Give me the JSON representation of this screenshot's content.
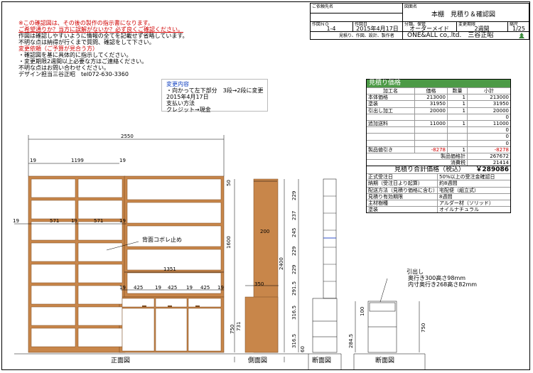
{
  "notes": {
    "line1": "※この確認図は、その後の製作の指示書になります。",
    "line2": "ご希望通りか？当方に誤解がないか？必ず良くご確認ください。",
    "line3": "作図は確認しやすいように情報の全てを記載せず省略しています。",
    "line4": "不明な点は納得が行くまで質問、確認をして下さい。",
    "line5": "変更依頼（ご予算が見合う方）",
    "line6": "・確認図を基に具体的に指示してください。",
    "line7": "・変更期限2週間以上必要な方はご連絡ください。",
    "line8": "不明な点はお問い合わせください。",
    "line9": "デザイン担当三谷正昭　tel072-630-3360"
  },
  "title_block": {
    "customer_label": "ご依頼先名",
    "drawing_label": "図面名",
    "drawing_name": "本棚　見積り＆確認図",
    "drawing_no_label": "作図ＮＯ",
    "drawing_no": "1-4",
    "date_label": "作図日",
    "date": "2015年4月17日",
    "category_label": "分類、保管",
    "category": "オーダーメイド",
    "deadline_label": "変更期限",
    "deadline": "2週間",
    "scale_label": "縮尺",
    "scale": "1/25",
    "maker_label": "見積り、作図、設計、製作者",
    "maker": "ONE&ALL co,.ltd.　三谷正昭"
  },
  "changes": {
    "title": "変更内容",
    "line1": "・向かって左下部分　3段→2段に変更",
    "line2": "2015年4月17日",
    "line3": "支払い方法",
    "line4": "クレジット→現金"
  },
  "estimate": {
    "title": "見積り価格",
    "headers": [
      "加工名",
      "価格",
      "数量",
      "小計"
    ],
    "rows": [
      [
        "本体価格",
        "213000",
        "1",
        "213000"
      ],
      [
        "塗装",
        "31950",
        "1",
        "31950"
      ],
      [
        "引出し加工",
        "20000",
        "1",
        "20000"
      ],
      [
        "",
        "",
        "",
        "0"
      ],
      [
        "追加送料",
        "11000",
        "1",
        "11000"
      ],
      [
        "",
        "",
        "",
        "0"
      ],
      [
        "",
        "",
        "",
        "0"
      ],
      [
        "",
        "",
        "",
        "0"
      ],
      [
        "製品値引き",
        "-8278",
        "1",
        "-8278"
      ]
    ],
    "subtotal_label": "製品価格計",
    "subtotal": "267672",
    "tax_label": "消費税",
    "tax": "21414",
    "total_label": "見積り合計価格（税込）",
    "total": "￥289086",
    "info": [
      [
        "正式受注日",
        "50%以上の受注金確認日"
      ],
      [
        "納期（受注日より起算）",
        "約8週間"
      ],
      [
        "配送方法（見積り価格に含む）",
        "宅配便（組立式）"
      ],
      [
        "見積り有効期限",
        "8週間"
      ],
      [
        "主材樹種",
        "アルダー材（ソリッド）"
      ],
      [
        "塗装",
        "オイルナチュラル"
      ]
    ]
  },
  "drawing": {
    "front_label": "正面図",
    "side_label": "側面図",
    "section_label": "断面図",
    "section2_label": "断面図",
    "note_backstop": "背面コボレ止め",
    "drawer_note1": "引出し",
    "drawer_note2": "奥行き300高さ98mm",
    "drawer_note3": "内寸奥行き268高さ82mm",
    "dims": {
      "total_width": "2550",
      "upper_width": "1199",
      "d19": "19",
      "d571": "571",
      "d1351": "1351",
      "d425": "425",
      "d50": "50",
      "d1600": "1600",
      "d2400": "2400",
      "d750": "750",
      "d731": "731",
      "d200": "200",
      "d350": "350",
      "d229": "229",
      "d237": "237",
      "d245": "245",
      "d291_5": "291.5",
      "d316_5": "316.5",
      "d284": "284.5",
      "d100": "100",
      "d60": "60"
    }
  },
  "colors": {
    "wood": "#c8864a",
    "header_green": "#4c9a46",
    "note_red": "#d00000",
    "blue_line": "#3050c8"
  }
}
